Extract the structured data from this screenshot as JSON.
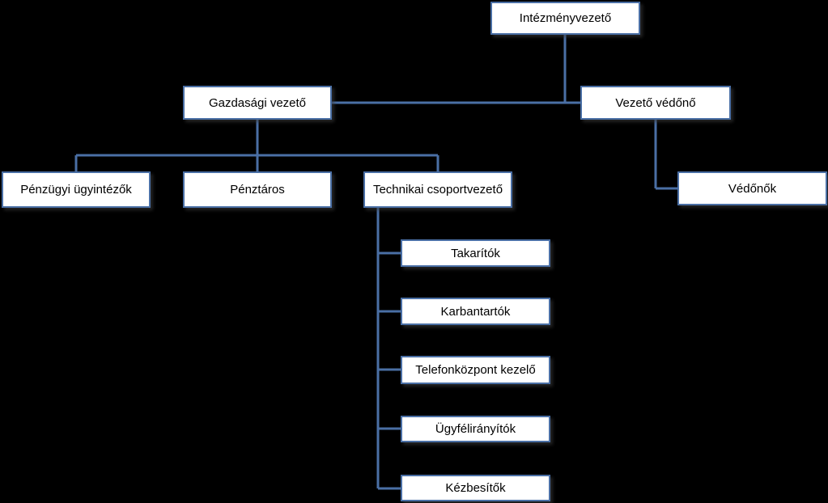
{
  "org_chart": {
    "root": "Intézményvezető",
    "gazdasagi_vezeto": "Gazdasági vezető",
    "vezeto_vedono": "Vezető védőnő",
    "penzugyi_ugyintezok": "Pénzügyi ügyintézők",
    "penztaros": "Pénztáros",
    "technikai_csoportvezeto": "Technikai csoportvezető",
    "vedonok": "Védőnők",
    "takaritok": "Takarítók",
    "karbantartok": "Karbantartók",
    "telefonkozpont_kezelo": "Telefonközpont kezelő",
    "ugyfeliranyitok": "Ügyfélirányítók",
    "kezbesitok": "Kézbesítők"
  },
  "colors": {
    "background": "#000000",
    "box_fill": "#ffffff",
    "box_border": "#4a6fa5",
    "connector": "#4a6fa5"
  }
}
